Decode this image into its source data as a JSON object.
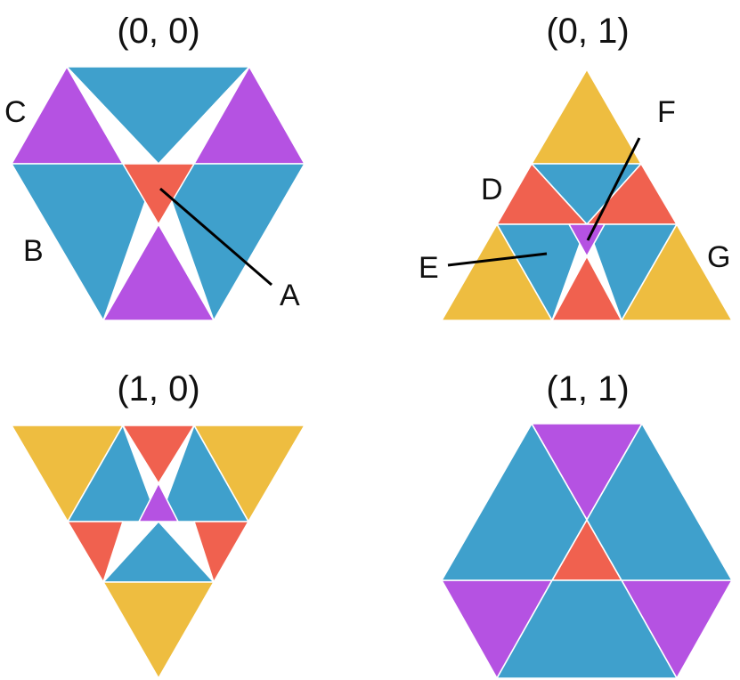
{
  "colors": {
    "blue": "#3fa0cc",
    "purple": "#b552e2",
    "red": "#f0614f",
    "yellow": "#eebd40"
  },
  "panels": [
    {
      "title": "(0, 0)",
      "labels": [
        "C",
        "B",
        "A"
      ],
      "pieces": [
        [
          "blue",
          "large",
          "down"
        ],
        [
          "purple",
          "large",
          "up"
        ],
        [
          "purple",
          "large",
          "up"
        ],
        [
          "blue",
          "large",
          "down"
        ],
        [
          "blue",
          "large",
          "down"
        ],
        [
          "red",
          "small",
          "down"
        ],
        [
          "purple",
          "large",
          "up"
        ]
      ]
    },
    {
      "title": "(0, 1)",
      "labels": [
        "F",
        "D",
        "E",
        "G"
      ],
      "pieces": [
        [
          "yellow",
          "large",
          "up"
        ],
        [
          "blue",
          "medium",
          "down"
        ],
        [
          "red",
          "medium",
          "up"
        ],
        [
          "red",
          "medium",
          "up"
        ],
        [
          "blue",
          "medium",
          "down"
        ],
        [
          "blue",
          "medium",
          "down"
        ],
        [
          "purple",
          "small",
          "down"
        ],
        [
          "red",
          "medium",
          "up"
        ],
        [
          "yellow",
          "large",
          "up"
        ],
        [
          "yellow",
          "large",
          "up"
        ]
      ]
    },
    {
      "title": "(1, 0)",
      "labels": [],
      "pieces": [
        [
          "yellow",
          "large",
          "down"
        ],
        [
          "yellow",
          "large",
          "down"
        ],
        [
          "red",
          "medium",
          "down"
        ],
        [
          "blue",
          "medium",
          "up"
        ],
        [
          "blue",
          "medium",
          "up"
        ],
        [
          "purple",
          "small",
          "up"
        ],
        [
          "red",
          "medium",
          "down"
        ],
        [
          "red",
          "medium",
          "down"
        ],
        [
          "blue",
          "medium",
          "up"
        ],
        [
          "yellow",
          "large",
          "down"
        ]
      ]
    },
    {
      "title": "(1, 1)",
      "labels": [],
      "pieces": [
        [
          "purple",
          "large",
          "down"
        ],
        [
          "blue",
          "large",
          "up"
        ],
        [
          "blue",
          "large",
          "up"
        ],
        [
          "red",
          "small",
          "up"
        ],
        [
          "purple",
          "large",
          "down"
        ],
        [
          "purple",
          "large",
          "down"
        ],
        [
          "blue",
          "large",
          "up"
        ]
      ]
    }
  ]
}
